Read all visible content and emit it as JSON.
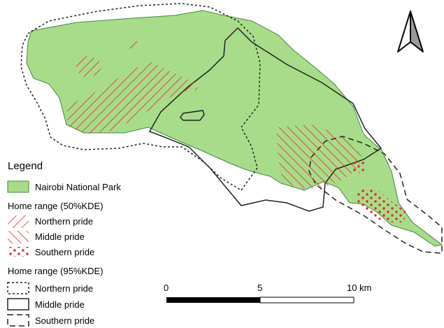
{
  "legend": {
    "title": "Legend",
    "park": {
      "label": "Nairobi National Park",
      "fill_color": "#a8dc8a",
      "stroke_color": "#3f8a3a"
    },
    "kde50": {
      "heading": "Home range (50%KDE)",
      "items": [
        {
          "label": "Northern pride",
          "pattern": "diagonal-hatch-right"
        },
        {
          "label": "Middle pride",
          "pattern": "diagonal-hatch-left"
        },
        {
          "label": "Southern pride",
          "pattern": "dots"
        }
      ],
      "color": "#e0282a"
    },
    "kde95": {
      "heading": "Home range (95%KDE)",
      "items": [
        {
          "label": "Northern pride",
          "line": "dotted"
        },
        {
          "label": "Middle pride",
          "line": "solid"
        },
        {
          "label": "Southern pride",
          "line": "dashed"
        }
      ]
    }
  },
  "scale_bar": {
    "labels": [
      "0",
      "5",
      "10 km"
    ]
  },
  "north_arrow": {
    "icon": "north-arrow-icon"
  }
}
